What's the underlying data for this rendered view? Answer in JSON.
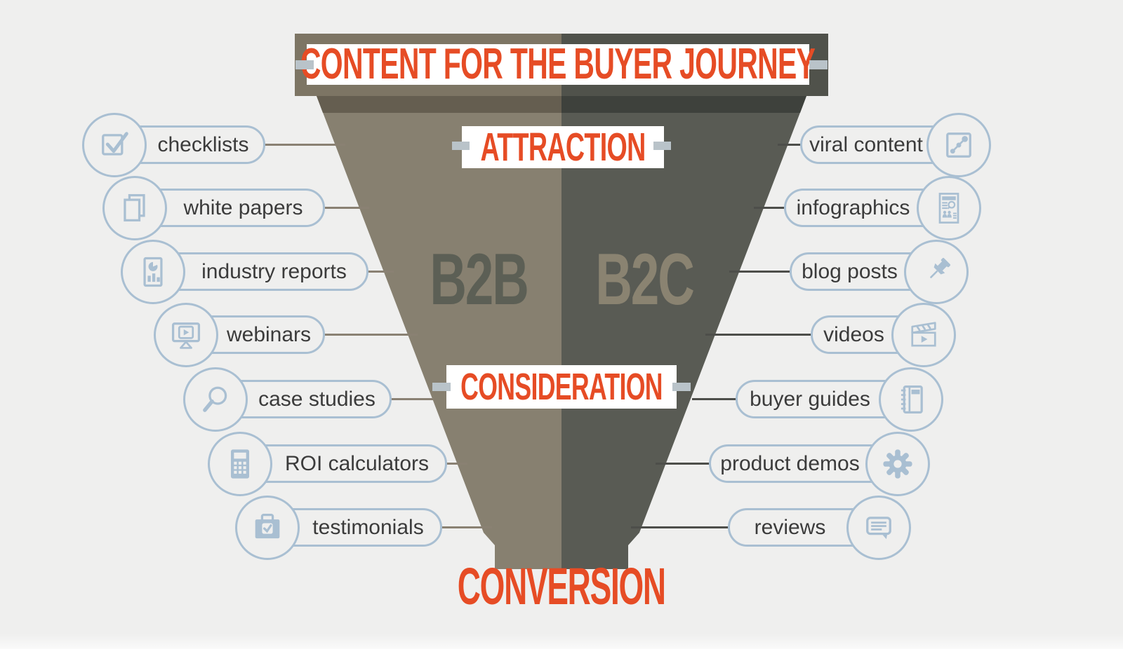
{
  "title": "CONTENT FOR THE BUYER JOURNEY",
  "stages": {
    "attraction": "ATTRACTION",
    "consideration": "CONSIDERATION",
    "conversion": "CONVERSION"
  },
  "funnel": {
    "left_label": "B2B",
    "right_label": "B2C"
  },
  "left_items": [
    {
      "label": "checklists",
      "icon": "checkbox-icon"
    },
    {
      "label": "white papers",
      "icon": "papers-icon"
    },
    {
      "label": "industry reports",
      "icon": "report-icon"
    },
    {
      "label": "webinars",
      "icon": "monitor-play-icon"
    },
    {
      "label": "case studies",
      "icon": "magnifier-icon"
    },
    {
      "label": "ROI calculators",
      "icon": "calculator-icon"
    },
    {
      "label": "testimonials",
      "icon": "briefcase-check-icon"
    }
  ],
  "right_items": [
    {
      "label": "viral content",
      "icon": "trend-chart-icon"
    },
    {
      "label": "infographics",
      "icon": "infographic-icon"
    },
    {
      "label": "blog posts",
      "icon": "pushpin-icon"
    },
    {
      "label": "videos",
      "icon": "clapperboard-icon"
    },
    {
      "label": "buyer guides",
      "icon": "notebook-icon"
    },
    {
      "label": "product demos",
      "icon": "gear-icon"
    },
    {
      "label": "reviews",
      "icon": "chat-bubble-icon"
    }
  ],
  "colors": {
    "background": "#efefee",
    "band_white": "#ffffff",
    "accent_orange": "#e64c25",
    "pill_outline_blue": "#a9bfd2",
    "tab_gray": "#b9c3c9",
    "label_text": "#3b3b3b",
    "line_left": "#8a8173",
    "line_right": "#4d4e4a",
    "funnel_left": "#878070",
    "funnel_right": "#595b54",
    "rim_left": "#7d7564",
    "rim_right": "#50524b",
    "shade_left": "#655e50",
    "shade_right": "#3e413c",
    "b2b_text": "#5c5f55",
    "b2c_text": "#8a8371"
  }
}
